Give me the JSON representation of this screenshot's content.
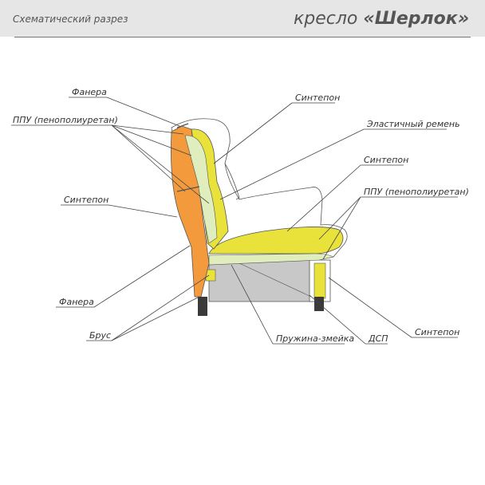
{
  "header": {
    "left_title": "Схематический разрез",
    "right_prefix": "кресло",
    "right_name": "«Шерлок»"
  },
  "labels": {
    "fanera_top": "Фанера",
    "ppu_left": "ППУ (пенополиуретан)",
    "sinteponn_left": "Синтепон",
    "fanera_bottom": "Фанера",
    "brus": "Брус",
    "sinteponn_top_right": "Синтепон",
    "elastic_belt": "Эластичный ремень",
    "sinteponn_mid_right": "Синтепон",
    "ppu_right": "ППУ (пенополиуретан)",
    "spring": "Пружина-змейка",
    "dsp": "ДСП",
    "sinteponn_bottom_right": "Синтепон"
  },
  "colors": {
    "header_bg": "#e6e6e6",
    "orange_foam": "#f39a3c",
    "yellow_foam": "#e8e23a",
    "light_green_padding": "#dfeebc",
    "frame_gray": "#c8c8c8",
    "legs": "#3a3a3a"
  }
}
